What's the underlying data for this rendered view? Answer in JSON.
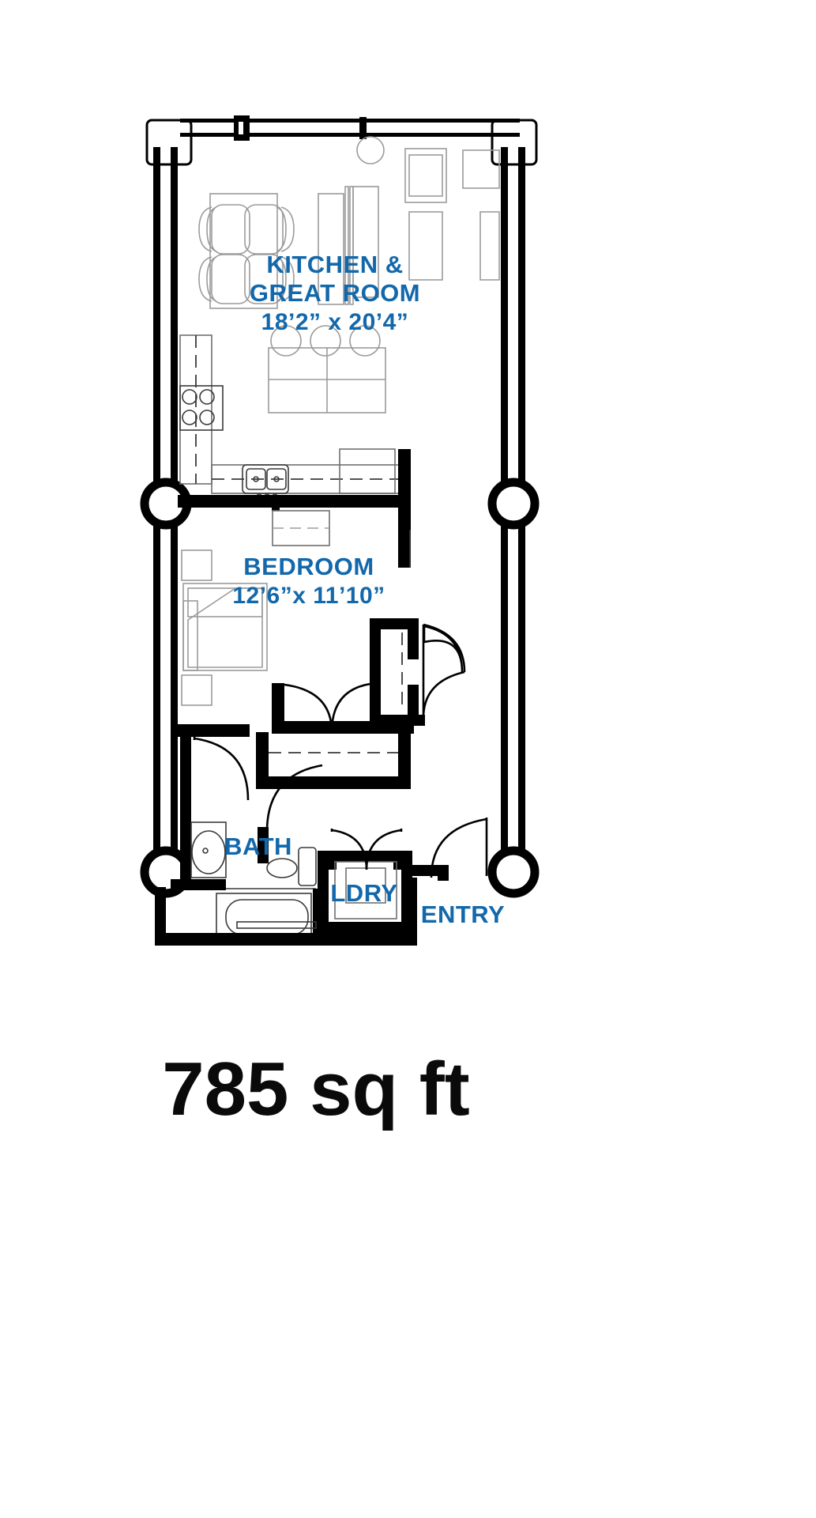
{
  "document": {
    "type": "floor-plan",
    "unit_summary": "785 sq ft"
  },
  "footer": {
    "area_label": "785 sq ft"
  },
  "colors": {
    "label_blue": "#1268ab",
    "wall_black": "#000000",
    "fixture_gray": "#9b9b9b",
    "background": "#ffffff",
    "sqft_text": "#0a0a0a"
  },
  "rooms": [
    {
      "id": "kitchen-great-room",
      "name_line_1": "KITCHEN &",
      "name_line_2": "GREAT ROOM",
      "dimensions": "18’2” x 20’4”"
    },
    {
      "id": "bedroom",
      "name_line_1": "BEDROOM",
      "dimensions": "12’6”x 11’10”"
    },
    {
      "id": "bath",
      "name_line_1": "BATH",
      "dimensions": ""
    },
    {
      "id": "laundry",
      "name_line_1": "LDRY",
      "dimensions": ""
    },
    {
      "id": "entry",
      "name_line_1": "ENTRY",
      "dimensions": ""
    }
  ],
  "labels": {
    "kitchen_line1": "KITCHEN &",
    "kitchen_line2": "GREAT ROOM",
    "kitchen_dim": "18’2” x 20’4”",
    "bedroom": "BEDROOM",
    "bedroom_dim": "12’6”x 11’10”",
    "bath": "BATH",
    "laundry": "LDRY",
    "entry": "ENTRY"
  },
  "fixtures": [
    {
      "name": "dining-table-and-chairs",
      "room": "kitchen-great-room"
    },
    {
      "name": "refrigerator",
      "room": "kitchen-great-room"
    },
    {
      "name": "kitchen-island",
      "room": "kitchen-great-room"
    },
    {
      "name": "range-cooktop",
      "room": "kitchen-great-room"
    },
    {
      "name": "kitchen-sink",
      "room": "kitchen-great-room"
    },
    {
      "name": "dishwasher",
      "room": "kitchen-great-room"
    },
    {
      "name": "sofa",
      "room": "kitchen-great-room"
    },
    {
      "name": "armchair",
      "room": "kitchen-great-room"
    },
    {
      "name": "coffee-table",
      "room": "kitchen-great-room"
    },
    {
      "name": "side-table-round",
      "room": "kitchen-great-room"
    },
    {
      "name": "media-console",
      "room": "kitchen-great-room"
    },
    {
      "name": "queen-bed",
      "room": "bedroom"
    },
    {
      "name": "nightstand-left",
      "room": "bedroom"
    },
    {
      "name": "nightstand-right",
      "room": "bedroom"
    },
    {
      "name": "dresser",
      "room": "bedroom"
    },
    {
      "name": "bathtub",
      "room": "bath"
    },
    {
      "name": "toilet",
      "room": "bath"
    },
    {
      "name": "vanity-sink",
      "room": "bath"
    },
    {
      "name": "washer-dryer-stack",
      "room": "laundry"
    },
    {
      "name": "closet-shelving",
      "room": "bedroom"
    },
    {
      "name": "balcony-structural-column-left",
      "room": "exterior"
    },
    {
      "name": "balcony-structural-column-right",
      "room": "exterior"
    }
  ]
}
